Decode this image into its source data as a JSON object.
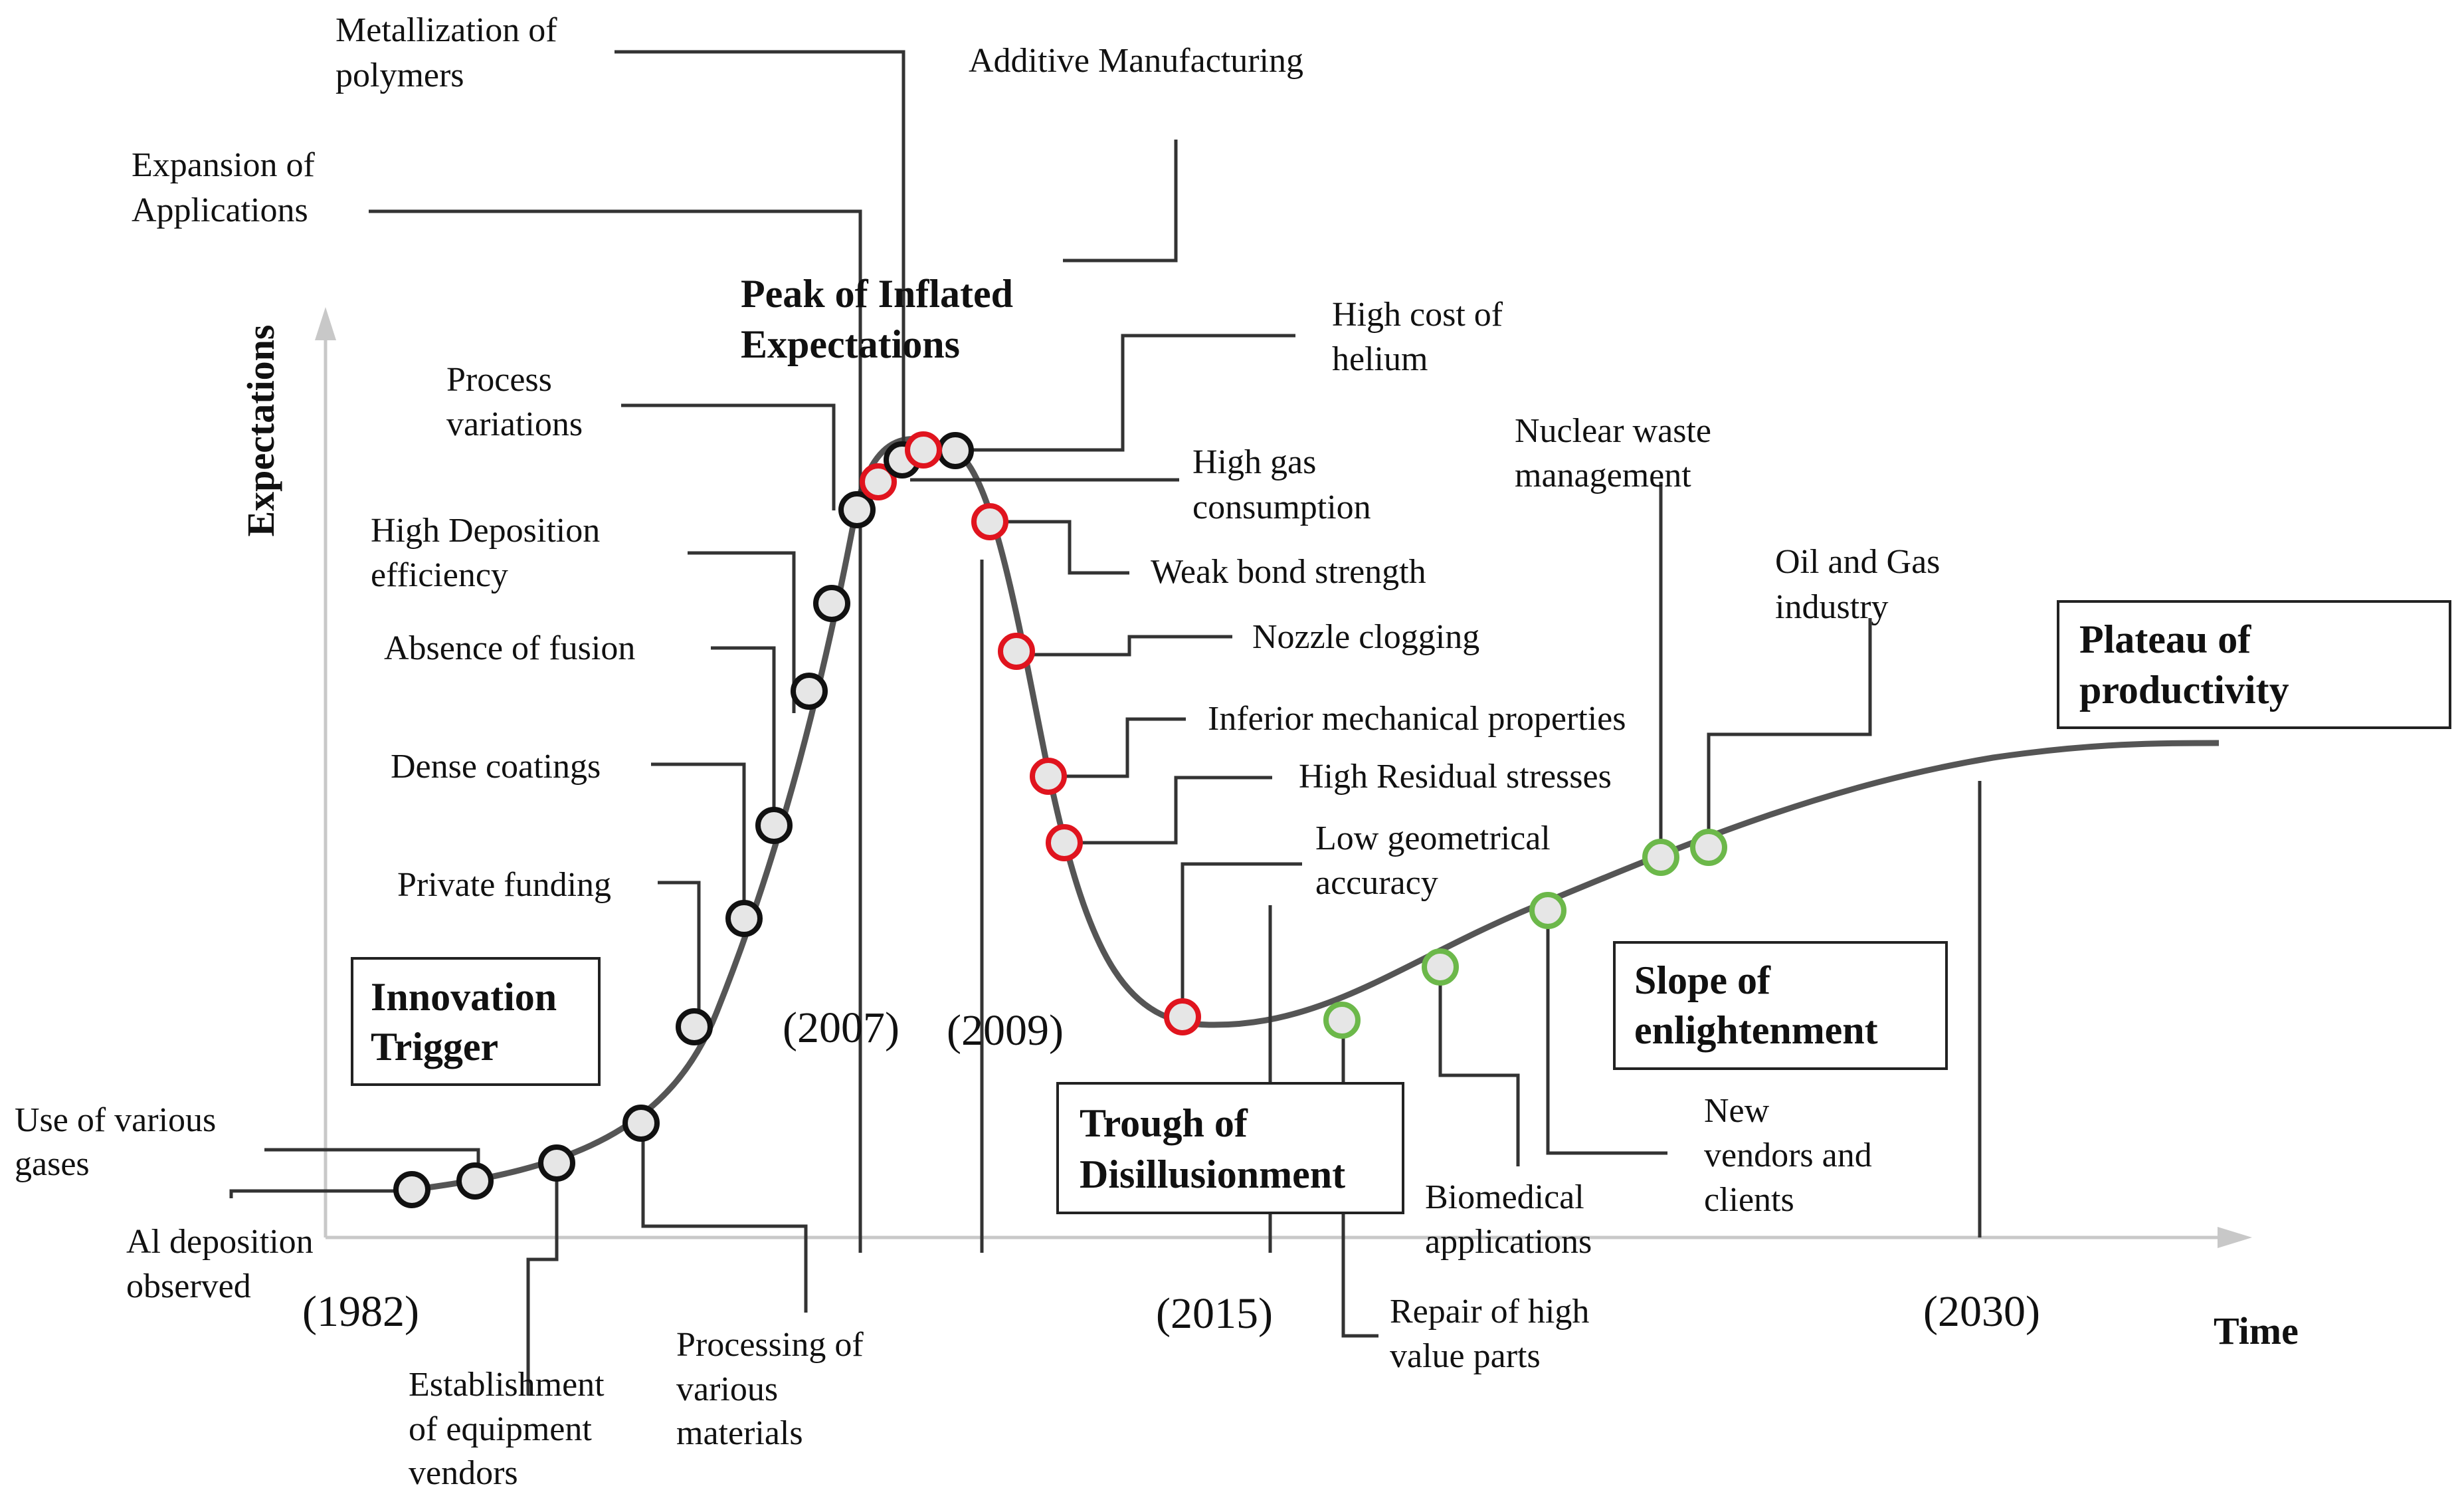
{
  "axes": {
    "y_label": "Expectations",
    "x_label": "Time"
  },
  "phases": [
    {
      "id": "innovation",
      "lines": [
        "Innovation",
        "Trigger"
      ]
    },
    {
      "id": "peak",
      "lines": [
        "Peak of Inflated",
        "Expectations"
      ]
    },
    {
      "id": "trough",
      "lines": [
        "Trough of",
        "Disillusionment"
      ]
    },
    {
      "id": "slope",
      "lines": [
        "Slope of",
        "enlightenment"
      ]
    },
    {
      "id": "plateau",
      "lines": [
        "Plateau of",
        "productivity"
      ]
    }
  ],
  "years": [
    "(1982)",
    "(2007)",
    "(2009)",
    "(2015)",
    "(2030)"
  ],
  "events": [
    {
      "id": "al-deposition",
      "lines": [
        "Al deposition",
        "observed"
      ],
      "color": "black"
    },
    {
      "id": "various-gases",
      "lines": [
        "Use of various",
        "gases"
      ],
      "color": "black"
    },
    {
      "id": "equipment-vendors",
      "lines": [
        "Establishment",
        "of equipment",
        "vendors"
      ],
      "color": "black"
    },
    {
      "id": "processing-materials",
      "lines": [
        "Processing of",
        "various",
        "materials"
      ],
      "color": "black"
    },
    {
      "id": "private-funding",
      "lines": [
        "Private funding"
      ],
      "color": "black"
    },
    {
      "id": "dense-coatings",
      "lines": [
        "Dense coatings"
      ],
      "color": "black"
    },
    {
      "id": "absence-fusion",
      "lines": [
        "Absence of fusion"
      ],
      "color": "black"
    },
    {
      "id": "deposition-efficiency",
      "lines": [
        "High Deposition",
        "efficiency"
      ],
      "color": "black"
    },
    {
      "id": "process-variations",
      "lines": [
        "Process",
        "variations"
      ],
      "color": "black"
    },
    {
      "id": "expansion-applications",
      "lines": [
        "Expansion of",
        "Applications"
      ],
      "color": "black"
    },
    {
      "id": "metallization-polymers",
      "lines": [
        "Metallization of",
        "polymers"
      ],
      "color": "red"
    },
    {
      "id": "additive-manufacturing",
      "lines": [
        "Additive Manufacturing"
      ],
      "color": "black"
    },
    {
      "id": "helium-cost",
      "lines": [
        "High cost of",
        "helium"
      ],
      "color": "black"
    },
    {
      "id": "gas-consumption",
      "lines": [
        "High gas",
        "consumption"
      ],
      "color": "red"
    },
    {
      "id": "weak-bond",
      "lines": [
        "Weak bond strength"
      ],
      "color": "red"
    },
    {
      "id": "nozzle-clogging",
      "lines": [
        "Nozzle clogging"
      ],
      "color": "red"
    },
    {
      "id": "inferior-mechanical",
      "lines": [
        "Inferior mechanical properties"
      ],
      "color": "red"
    },
    {
      "id": "residual-stresses",
      "lines": [
        "High Residual stresses"
      ],
      "color": "red"
    },
    {
      "id": "geometrical-accuracy",
      "lines": [
        "Low geometrical",
        "accuracy"
      ],
      "color": "red"
    },
    {
      "id": "repair-parts",
      "lines": [
        "Repair of high",
        "value parts"
      ],
      "color": "green"
    },
    {
      "id": "biomedical",
      "lines": [
        "Biomedical",
        "applications"
      ],
      "color": "green"
    },
    {
      "id": "new-vendors",
      "lines": [
        "New",
        "vendors and",
        "clients"
      ],
      "color": "green"
    },
    {
      "id": "nuclear-waste",
      "lines": [
        "Nuclear waste",
        "management"
      ],
      "color": "green"
    },
    {
      "id": "oil-gas",
      "lines": [
        "Oil and Gas",
        "industry"
      ],
      "color": "green"
    }
  ],
  "colors": {
    "black": "#111111",
    "red": "#e0141e",
    "green": "#6cb84a",
    "marker_fill": "#e6e6e6",
    "curve": "#555555",
    "axis": "#c8c8c8"
  }
}
